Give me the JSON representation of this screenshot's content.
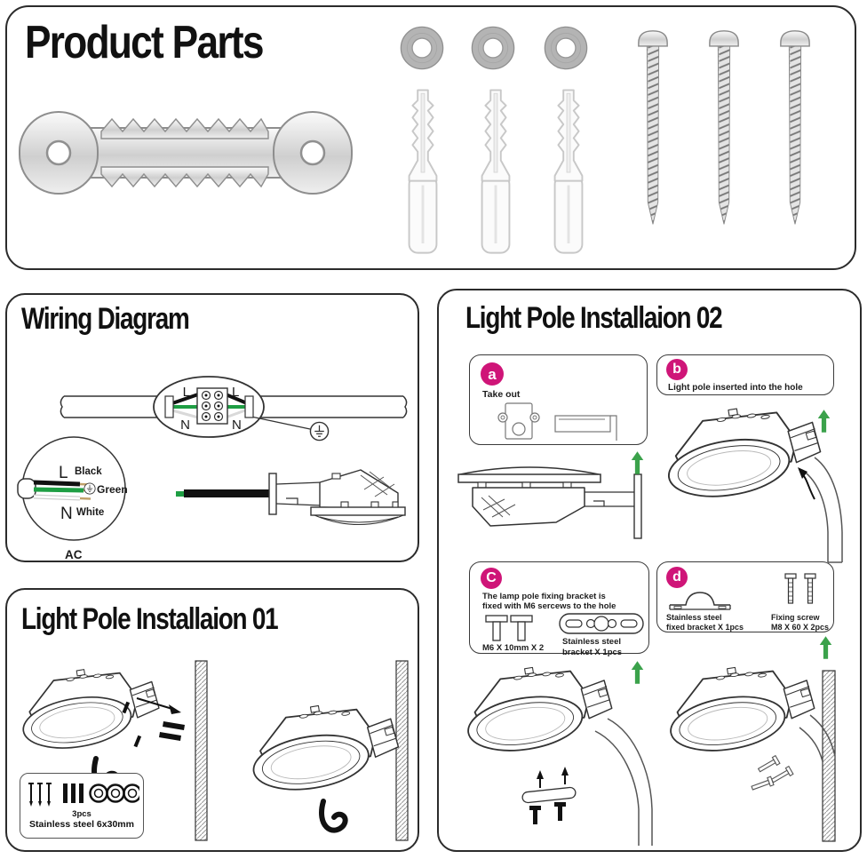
{
  "meta": {
    "kind": "product installation instruction sheet"
  },
  "colors": {
    "panel_border": "#2b2b2b",
    "accent_pink": "#cf1578",
    "arrow_green": "#3ba24b",
    "wire_green": "#1e9e43",
    "wire_black": "#111111",
    "wire_white": "#d9d9d9",
    "copper": "#c2a26b",
    "metal_gray": "#b4b4b4"
  },
  "icons": {
    "ground-icon": "electrical earth/ground symbol in circle",
    "up-arrow-icon": "green upward arrow",
    "washer-icon": "flat metal washer ring",
    "wall-anchor-icon": "plastic expansion wall anchor",
    "screw-icon": "long pan-head tapping screw",
    "sawtooth-bracket-icon": "sawtooth hanger mounting bracket",
    "wall-strip-icon": "hatched wall / pole section"
  },
  "product_parts": {
    "title": "Product Parts"
  },
  "wiring": {
    "title": "Wiring Diagram",
    "terminal": {
      "top_left": "L",
      "top_right": "L",
      "bottom_left": "N",
      "bottom_right": "N"
    },
    "wire_key": {
      "line_letter": "L",
      "line_color": "Black",
      "ground_color": "Green",
      "neutral_letter": "N",
      "neutral_color": "White",
      "source": "AC"
    }
  },
  "install01": {
    "title": "Light Pole Installaion 01",
    "parts_box": {
      "qty": "3pcs",
      "spec": "Stainless steel 6x30mm"
    }
  },
  "install02": {
    "title": "Light Pole Installaion 02",
    "steps": {
      "a": {
        "letter": "a",
        "caption": "Take out"
      },
      "b": {
        "letter": "b",
        "caption": "Light pole inserted into the hole"
      },
      "c": {
        "letter": "C",
        "caption": "The lamp pole fixing bracket is\nfixed with M6 sercews to the hole",
        "bolt_label": "M6 X 10mm X 2",
        "bracket_label": "Stainless steel\nbracket X 1pcs"
      },
      "d": {
        "letter": "d",
        "bracket_label": "Stainless steel\nfixed bracket X 1pcs",
        "screw_label": "Fixing screw\nM8 X 60 X 2pcs"
      }
    }
  }
}
